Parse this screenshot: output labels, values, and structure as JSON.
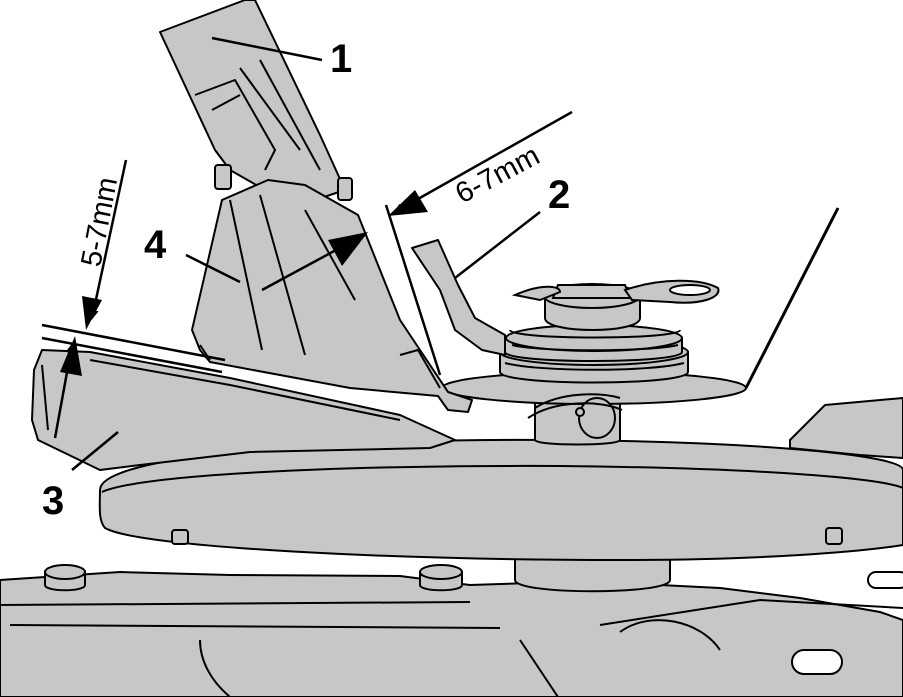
{
  "callouts": {
    "c1": "1",
    "c2": "2",
    "c3": "3",
    "c4": "4"
  },
  "dimensions": {
    "left": "5-7mm",
    "right": "6-7mm"
  },
  "colors": {
    "part_fill": "#c7c7c7",
    "outline": "#000000",
    "background": "#ffffff"
  }
}
